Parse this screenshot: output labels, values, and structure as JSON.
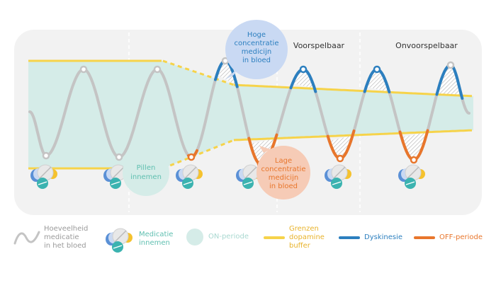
{
  "diagram": {
    "section_labels": {
      "predictable": "Voorspelbaar",
      "unpredictable": "Onvoorspelbaar"
    },
    "callouts": {
      "high": "Hoge\nconcentratie\nmedicijn\nin bloed",
      "pills": "Pillen\ninnemen",
      "low": "Lage\nconcentratie\nmedicijn\nin bloed"
    }
  },
  "legend": {
    "blood_level": "Hoeveelheid\nmedicatie\nin het bloed",
    "medication": "Medicatie\ninnemen",
    "on_period": "ON-periode",
    "buffer": "Grenzen\ndopamine\nbuffer",
    "dyskinesia": "Dyskinesie",
    "off_period": "OFF-periode"
  },
  "colors": {
    "panel_bg": "#f2f2f2",
    "on_fill": "#d5ece8",
    "curve": "#c4c4c4",
    "buffer": "#f6d34a",
    "dyskinesia": "#2c7fbf",
    "off_period": "#e8762c",
    "high_bubble": "#c9d9f3",
    "low_bubble": "#f6cbb6",
    "pill_bubble": "#d5ece8",
    "teal_text": "#5fbfb0",
    "orange_text": "#e8762c",
    "blue_text": "#2c7fbf",
    "pill_teal": "#3bb3b0",
    "pill_blue": "#5a90d6",
    "pill_yellow": "#f5c22e"
  },
  "icons": [
    "wave-icon",
    "pill-cluster-icon",
    "circle-icon",
    "line-icon"
  ]
}
